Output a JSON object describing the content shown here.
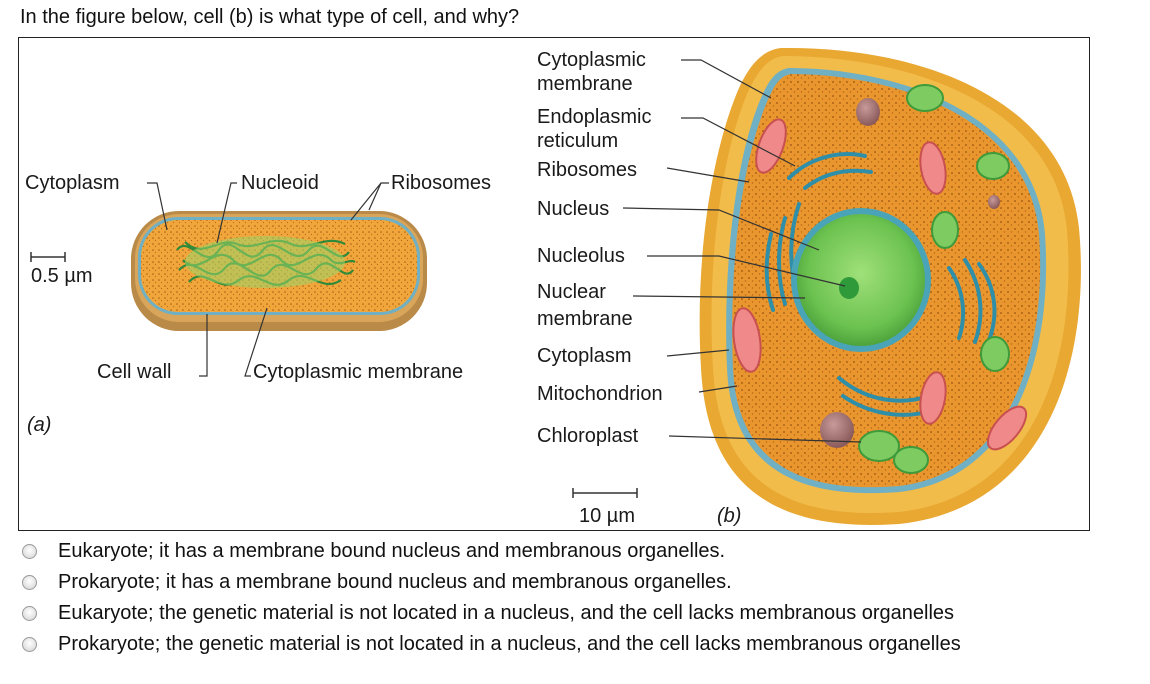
{
  "question": "In the figure below, cell (b) is what type of cell, and why?",
  "figure": {
    "cell_a": {
      "panel_label": "(a)",
      "labels": {
        "cytoplasm": "Cytoplasm",
        "nucleoid": "Nucleoid",
        "ribosomes": "Ribosomes",
        "cell_wall": "Cell wall",
        "cytoplasmic_membrane": "Cytoplasmic membrane"
      },
      "scale_bar": "0.5 µm"
    },
    "cell_b": {
      "panel_label": "(b)",
      "labels": {
        "cytoplasmic_membrane_1": "Cytoplasmic",
        "cytoplasmic_membrane_2": "membrane",
        "er_1": "Endoplasmic",
        "er_2": "reticulum",
        "ribosomes": "Ribosomes",
        "nucleus": "Nucleus",
        "nucleolus": "Nucleolus",
        "nuclear_membrane_1": "Nuclear",
        "nuclear_membrane_2": "membrane",
        "cytoplasm": "Cytoplasm",
        "mitochondrion": "Mitochondrion",
        "chloroplast": "Chloroplast"
      },
      "scale_bar": "10 µm"
    }
  },
  "options": [
    "Eukaryote; it has a membrane bound nucleus and membranous organelles.",
    "Prokaryote; it has a membrane bound nucleus and membranous organelles.",
    "Eukaryote; the genetic material is not located in a nucleus, and the cell lacks membranous organelles",
    "Prokaryote; the genetic material is not located in a nucleus, and the cell lacks membranous organelles"
  ]
}
